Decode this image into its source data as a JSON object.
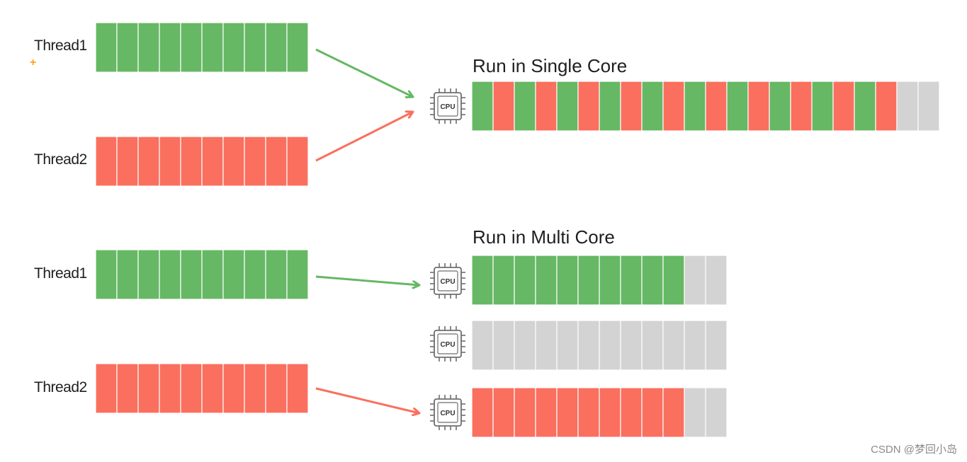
{
  "colors": {
    "green": "#66b864",
    "red": "#fa6f5e",
    "idle": "#d3d3d3",
    "cpu_stroke": "#6e6e6e"
  },
  "cpu_label": "CPU",
  "single": {
    "title": "Run in Single Core",
    "threads": [
      {
        "label": "Thread1",
        "color": "green",
        "blocks": 10
      },
      {
        "label": "Thread2",
        "color": "red",
        "blocks": 10
      }
    ],
    "core_sequence": [
      "green",
      "red",
      "green",
      "red",
      "green",
      "red",
      "green",
      "red",
      "green",
      "red",
      "green",
      "red",
      "green",
      "red",
      "green",
      "red",
      "green",
      "red",
      "green",
      "red",
      "idle",
      "idle"
    ]
  },
  "multi": {
    "title": "Run in Multi Core",
    "threads": [
      {
        "label": "Thread1",
        "color": "green",
        "blocks": 10
      },
      {
        "label": "Thread2",
        "color": "red",
        "blocks": 10
      }
    ],
    "cores": [
      {
        "busy": 10,
        "color": "green",
        "total": 12
      },
      {
        "busy": 0,
        "color": "idle",
        "total": 12
      },
      {
        "busy": 10,
        "color": "red",
        "total": 12
      }
    ]
  },
  "watermark": "CSDN @梦回小岛"
}
